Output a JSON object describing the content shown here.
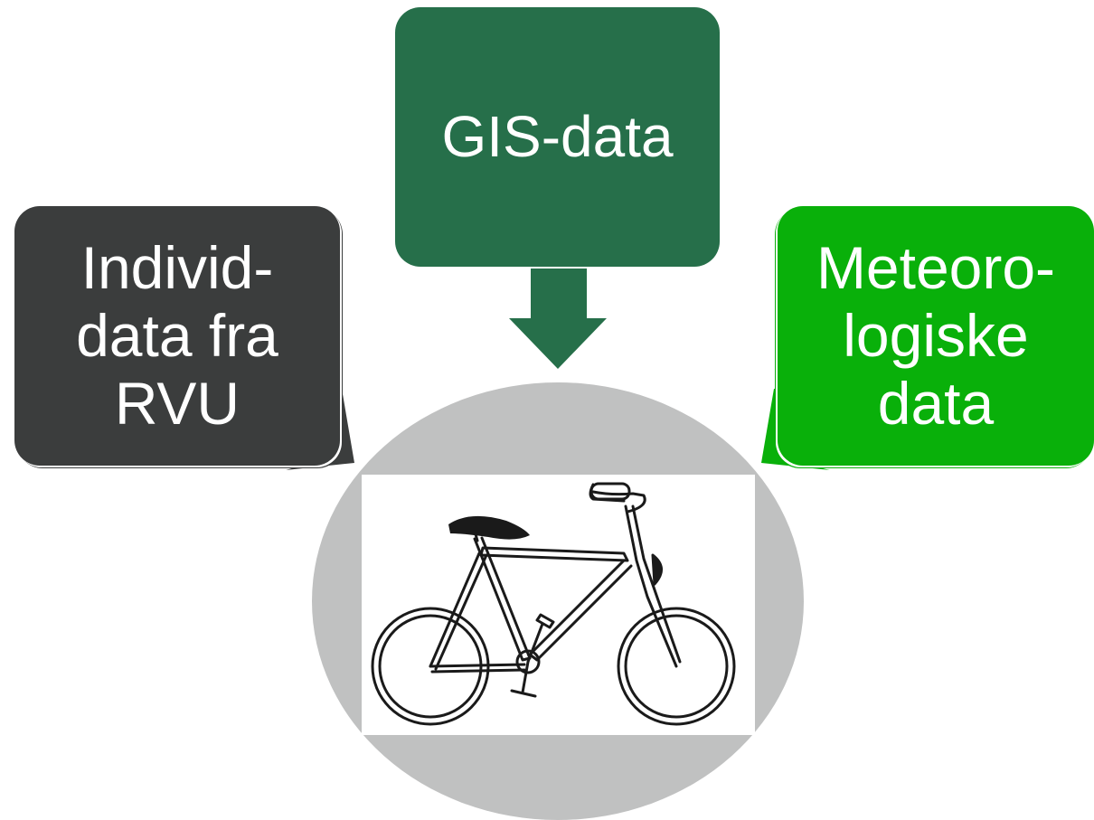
{
  "boxes": {
    "gis": {
      "label": "GIS-data"
    },
    "individ": {
      "label": "Individ-\ndata fra\nRVU"
    },
    "meteo": {
      "label": "Meteoro-\nlogiske\ndata"
    }
  },
  "colors": {
    "gis": "#266f4a",
    "individ": "#3b3d3d",
    "meteo": "#09b00a",
    "circle": "#c0c1c1",
    "bicycle": "#1a1a1a"
  },
  "icons": {
    "center": "bicycle-icon",
    "top_arrow": "arrow-down-icon"
  }
}
